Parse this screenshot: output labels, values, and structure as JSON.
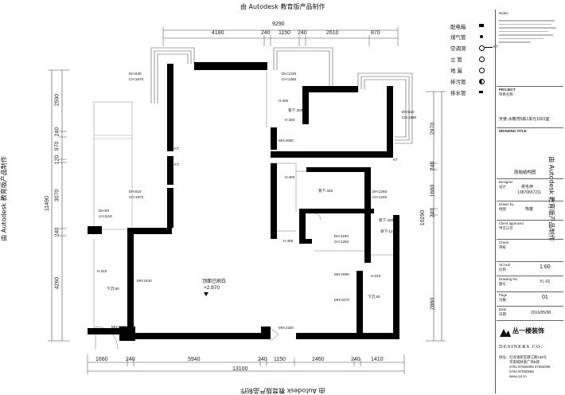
{
  "watermark": {
    "text": "由 Autodesk 教育版产品制作"
  },
  "dimensions": {
    "top_total": "9290",
    "top_segments": [
      "4180",
      "240",
      "1150",
      "240",
      "2610",
      "870"
    ],
    "bottom_total": "13100",
    "bottom_segments": [
      "1660",
      "240",
      "5940",
      "240",
      "1150",
      "2460",
      "240",
      "1410"
    ],
    "left_total": "11490",
    "left_segments": [
      "2590",
      "240",
      "970",
      "120",
      "3070",
      "240",
      "4260"
    ],
    "right_total": "10290",
    "right_segments": [
      "2970",
      "240",
      "1660",
      "240",
      "2860"
    ]
  },
  "plan_labels": {
    "dh630": "DH:630",
    "ch1870_a": "CH:1870",
    "dh1230": "DH:1230",
    "ch1260_a": "CH:1260",
    "h400_a": "H:400",
    "guanxia300": "管下:300",
    "h280": "H:280",
    "kt_a": "KT",
    "kt_b": "KT",
    "kt_c": "KT",
    "dh610_a": "DH:610",
    "ch1870_b": "CH:1870",
    "dh610_b": "DH:610",
    "ch1890": "CH:1890",
    "mh2080_a": "MH:2080",
    "h400_b": "H:400",
    "guanxia320": "管下:320",
    "dh1260": "DH:1260",
    "ch1240": "CH:1240",
    "dh80": "DH:80",
    "lh1110": "LH:1110",
    "guanxia400": "管下:400",
    "dh1190": "DH:1190",
    "ch1260_b": "CH:1260",
    "liangxia1210": "梁下:1210",
    "h400_c": "H:400",
    "h310_a": "H:310",
    "mh2440": "MH:2440",
    "dingmian_note": "顶面已刷白",
    "dingmian_level": "+2.870",
    "xiachen60_a": "下沉:60",
    "mh2080_b": "MH:2080",
    "h310_b": "H:310",
    "mh2470": "MH:2470",
    "xiachen60_b": "下沉:60",
    "mh2110": "MH:2110",
    "mh2150": "MH:2150"
  },
  "legend": [
    {
      "label": "配电箱",
      "icon": "distribution-box-icon"
    },
    {
      "label": "煤气管",
      "icon": "gas-pipe-icon"
    },
    {
      "label": "空调洞",
      "icon": "ac-hole-icon",
      "suffix": "KT"
    },
    {
      "label": "立  管",
      "icon": "riser-pipe-icon"
    },
    {
      "label": "地  漏",
      "icon": "floor-drain-icon"
    },
    {
      "label": "排污管",
      "icon": "sewage-pipe-icon"
    },
    {
      "label": "排水管",
      "icon": "drain-pipe-icon"
    }
  ],
  "title_block": {
    "notes_label": "Notes",
    "project_label": "PROJECT",
    "project_sub": "项目名称",
    "project_name": "天使·水榭湾5栋1单元1001室",
    "drawing_title_label": "DRAWING TITLE",
    "drawing_title": "原始结构图",
    "designer_label": "Designer",
    "designer_cn": "设计",
    "designer_name": "吴毛伊",
    "designer_phone": "13870657211",
    "drawn_by_label": "Drawn by",
    "drawn_by_cn": "绘图",
    "drawn_by_name": "熊雄",
    "client_label": "Client approved",
    "client_cn": "甲方认可",
    "check_label": "Check",
    "check_cn": "审核",
    "scale_label": "SCALE",
    "scale_cn": "比例",
    "scale_value": "1:60",
    "drawing_no_label": "Drawing  No",
    "drawing_no_cn": "图号",
    "drawing_no": "YL-01",
    "page_label": "Page",
    "page_cn": "页数",
    "page_value": "01",
    "date_label": "Date",
    "date_cn": "日期",
    "date_value": "2016/05/08",
    "logo_text": "丛一楼装饰",
    "designers_text": "DESINERS  CO.",
    "address": "地址：红谷滩新区赣江路168号",
    "address2": "华南城财富广场B座",
    "phone1": "0791-87550096  87550099",
    "phone2": "0791-87550688",
    "website": "www.cyl.cn"
  }
}
